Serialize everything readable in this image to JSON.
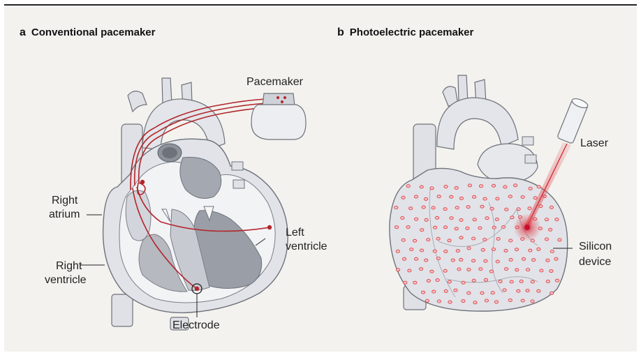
{
  "panel_a": {
    "letter": "a",
    "title": "Conventional pacemaker",
    "labels": {
      "pacemaker": "Pacemaker",
      "right_atrium_1": "Right",
      "right_atrium_2": "atrium",
      "right_ventricle_1": "Right",
      "right_ventricle_2": "ventricle",
      "left_ventricle_1": "Left",
      "left_ventricle_2": "ventricle",
      "electrode": "Electrode"
    }
  },
  "panel_b": {
    "letter": "b",
    "title": "Photoelectric pacemaker",
    "labels": {
      "laser": "Laser",
      "silicon_1": "Silicon",
      "silicon_2": "device"
    }
  },
  "colors": {
    "background": "#f3f2ee",
    "heart_light": "#e1e3e8",
    "heart_mid": "#c9ccd3",
    "heart_dark": "#8d9199",
    "outline": "#6e727a",
    "lead_red": "#b2252b",
    "dot_red": "#e0454c"
  }
}
